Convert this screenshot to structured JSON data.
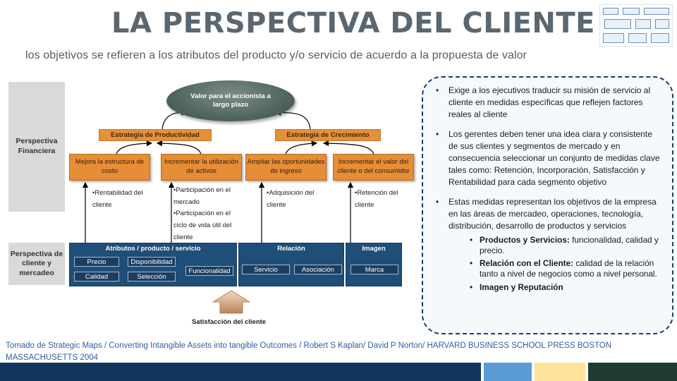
{
  "header": {
    "title": "LA PERSPECTIVA DEL CLIENTE",
    "subtitle": "los objetivos se refieren a los atributos del producto y/o servicio de acuerdo a la propuesta de valor"
  },
  "diagram": {
    "side_labels": {
      "financiera": "Perspectiva Financiera",
      "cliente": "Perspectiva de cliente y mercadeo"
    },
    "value_oval": "Valor para el accionista a largo plazo",
    "strategies": {
      "productividad": "Estrategia de Productividad",
      "crecimiento": "Estrategia de Crecimiento"
    },
    "objectives": [
      "Mejora la estructura de costo",
      "Incrementar la utilización de activos",
      "Ampliar las oportunidades de ingreso",
      "Incrementar el valor del cliente o del consumidor"
    ],
    "measures": [
      [
        "•Rentabilidad del cliente"
      ],
      [
        "•Participación en el mercado",
        "•Participación en el ciclo de vida útil del cliente"
      ],
      [
        "•Adquisición del cliente"
      ],
      [
        "•Retención del cliente"
      ]
    ],
    "attributes": {
      "atributos_title": "Atributos  / producto  / servicio",
      "relacion_title": "Relación",
      "imagen_title": "Imagen",
      "chips": {
        "precio": "Precio",
        "disponibilidad": "Disponibilidad",
        "calidad": "Calidad",
        "seleccion": "Selección",
        "funcionalidad": "Funcionalidad",
        "servicio": "Servicio",
        "asociacion": "Asociación",
        "marca": "Marca"
      }
    },
    "satisfaction": "Satisfacción del cliente"
  },
  "right_panel": {
    "bullet1": "Exige a los ejecutivos traducir su misión de servicio al cliente en medidas específicas que reflejen factores reales al cliente",
    "bullet2": "Los gerentes deben tener una idea clara y consistente de sus clientes y segmentos de mercado y en consecuencia seleccionar un conjunto de medidas clave tales como: Retención, Incorporación, Satisfacción y Rentabilidad para cada segmento objetivo",
    "bullet3": "Estas medidas representan los objetivos de la empresa en las áreas de mercadeo, operaciones, tecnología, distribución, desarrollo de productos y servicios",
    "sub1_label": "Productos y Servicios:",
    "sub1_text": " funcionalidad, calidad y precio.",
    "sub2_label": "Relación con el Cliente:",
    "sub2_text": " calidad de la relación  tanto a nivel de negocios como a nivel personal.",
    "sub3_label": "Imagen y Reputación",
    "border_color": "#1d3a6e"
  },
  "source": "Tomado de Strategic Maps / Converting Intangible Assets into tangible Outcomes / Robert S Kaplan/ David P Norton/ HARVARD BUSINESS SCHOOL PRESS BOSTON MASSACHUSETTS  2004",
  "colors": {
    "title": "#5b6770",
    "orange": "#e58d37",
    "navy": "#1f4e79",
    "footer_bar": [
      "#12365e",
      "#5b9bd5",
      "#ffe29a",
      "#1f3b33"
    ]
  }
}
